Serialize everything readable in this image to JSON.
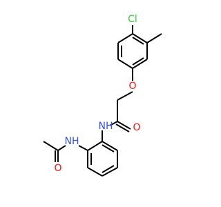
{
  "molecule": {
    "atoms": {
      "cl": {
        "text": "Cl",
        "color": "#33cc33"
      },
      "o_ether": {
        "text": "O",
        "color": "#ff0d0d"
      },
      "nh_amide": {
        "text": "NH",
        "color": "#3050f8"
      },
      "o_amide": {
        "text": "O",
        "color": "#ff0d0d"
      },
      "nh_acet": {
        "text": "NH",
        "color": "#3050f8"
      },
      "o_acet": {
        "text": "O",
        "color": "#ff0d0d"
      }
    },
    "bond_color": "#000000"
  }
}
